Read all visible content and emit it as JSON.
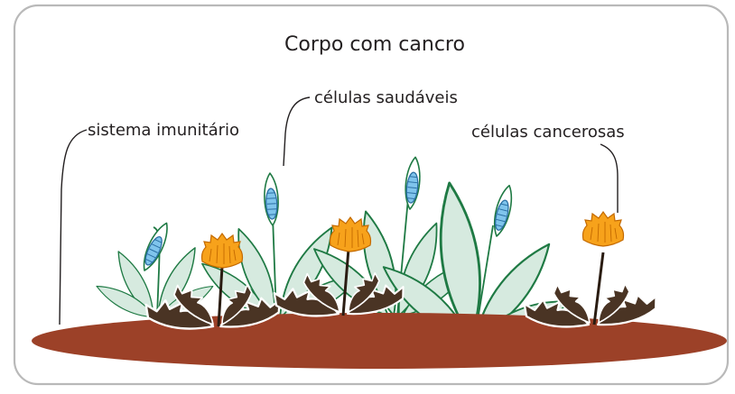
{
  "title": "Corpo com cancro",
  "labels": {
    "immune": "sistema imunitário",
    "healthy": "células saudáveis",
    "cancer": "células cancerosas"
  },
  "colors": {
    "frame": "#b9b9b9",
    "soil": "#9c4128",
    "healthy_leaf": "#d6eadf",
    "healthy_outline": "#1f7a44",
    "healthy_flower": "#7fc4ec",
    "cancer_leaf": "#4a3424",
    "cancer_flower": "#f7a21b"
  },
  "icons": [
    "healthy-plant-icon",
    "cancer-plant-icon",
    "soil-icon"
  ]
}
